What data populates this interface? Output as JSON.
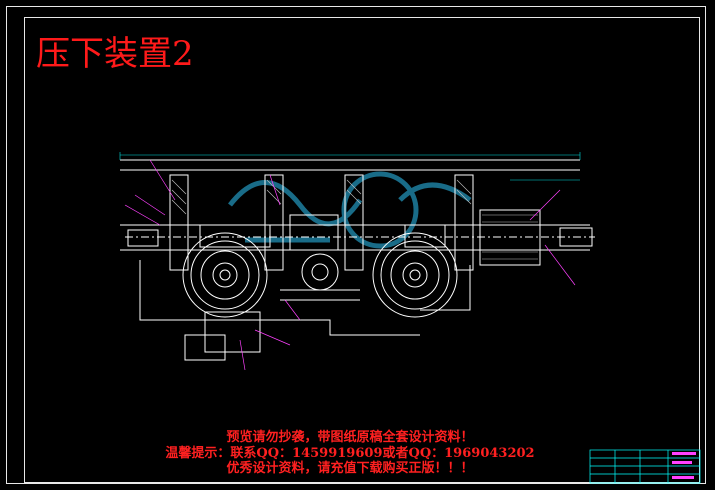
{
  "title": "压下装置2",
  "notice": {
    "line1": "预览请勿抄袭，带图纸原稿全套设计资料！",
    "line2": "温馨提示：联系QQ：1459919609或者QQ：1969043202",
    "line3": "优秀设计资料，请充值下载购买正版！！！"
  },
  "colors": {
    "background": "#000000",
    "frame": "#e8e8e8",
    "title": "#ff1a1a",
    "lines": "#ffffff",
    "leader": "#ff40ff",
    "dimension": "#00e0e0",
    "watermark": "#1e7fa0",
    "title_block": "#00ffff"
  }
}
